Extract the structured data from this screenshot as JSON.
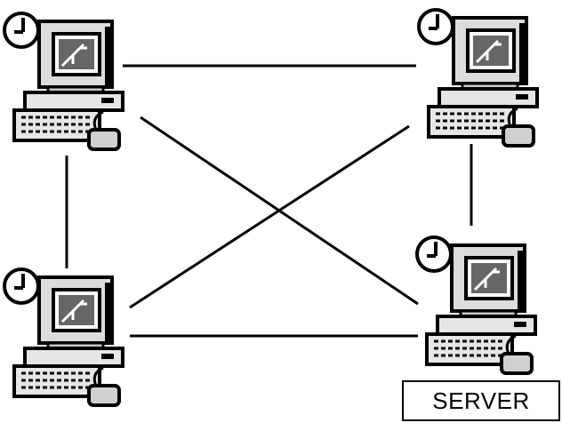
{
  "diagram": {
    "nodes": [
      {
        "id": "workstation-top-left",
        "icon": "computer-with-clock-icon",
        "label": ""
      },
      {
        "id": "workstation-top-right",
        "icon": "computer-with-clock-icon",
        "label": ""
      },
      {
        "id": "workstation-bottom-left",
        "icon": "computer-with-clock-icon",
        "label": ""
      },
      {
        "id": "server",
        "icon": "computer-with-clock-icon",
        "label": "SERVER"
      }
    ],
    "links": [
      [
        "workstation-top-left",
        "workstation-top-right"
      ],
      [
        "workstation-top-left",
        "workstation-bottom-left"
      ],
      [
        "workstation-top-left",
        "server"
      ],
      [
        "workstation-top-right",
        "workstation-bottom-left"
      ],
      [
        "workstation-top-right",
        "server"
      ],
      [
        "workstation-bottom-left",
        "server"
      ]
    ]
  },
  "colors": {
    "line": "#000000",
    "background": "#ffffff"
  }
}
